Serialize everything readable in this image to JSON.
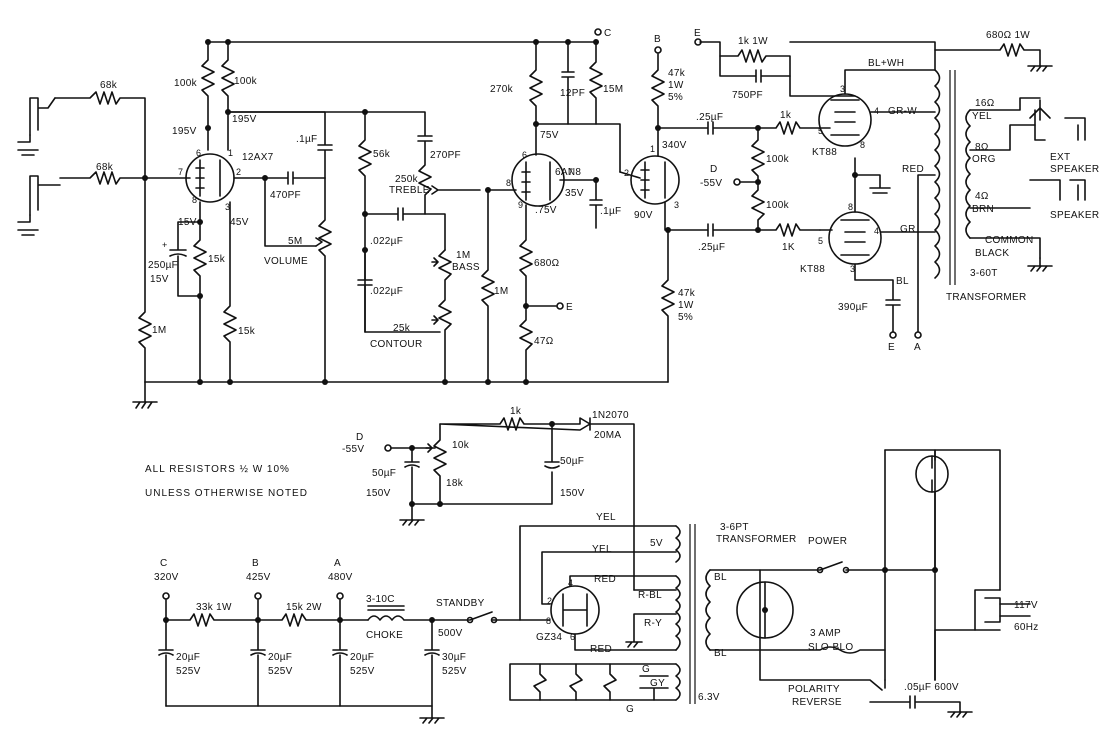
{
  "note": {
    "line1": "ALL RESISTORS ½ W 10%",
    "line2": "UNLESS OTHERWISE NOTED"
  },
  "terminals": {
    "c_top": "C",
    "b_top": "B",
    "e_top": "E",
    "d_mid": "D",
    "e_mid": "E",
    "e_bot": "E",
    "a_bot": "A",
    "d_bias": "D",
    "c_psu": "C",
    "b_psu": "B",
    "a_psu": "A"
  },
  "voltages": {
    "v195a": "195V",
    "v195b": "195V",
    "v15": "15V",
    "v45": "45V",
    "v75": "75V",
    "v35": "35V",
    "v75b": ".75V",
    "v340": "340V",
    "v90": "90V",
    "vneg55": "-55V",
    "vneg55b": "-55V",
    "v320": "320V",
    "v425": "425V",
    "v480": "480V",
    "v500": "500V"
  },
  "tubes": {
    "v1": "12AX7",
    "v2": "6AN8",
    "v3a": "KT88",
    "v3b": "KT88",
    "rect": "GZ34"
  },
  "pins": {
    "p6": "6",
    "p1": "1",
    "p7": "7",
    "p2": "2",
    "p8": "8",
    "p3": "3",
    "q6": "6",
    "q7": "7",
    "q8": "8",
    "q9": "9",
    "q2": "2",
    "q1": "1",
    "q3": "3",
    "k3": "3",
    "k4": "4",
    "k5": "5",
    "k8": "8",
    "m8": "8",
    "m5": "5",
    "m4": "4",
    "m3": "3",
    "r4": "4",
    "r2": "2",
    "r8": "8",
    "r6": "6"
  },
  "components": {
    "r68a": "68k",
    "r68b": "68k",
    "r100a": "100k",
    "r100b": "100k",
    "c1": ".1µF",
    "c470": "470PF",
    "vol": "5M",
    "vol_name": "VOLUME",
    "r15a": "15k",
    "r15b": "15k",
    "c250": "250µF",
    "c250v": "15V",
    "r1m": "1M",
    "r56": "56k",
    "c270": "270PF",
    "treble_v": "250k",
    "treble": "TREBLE",
    "c022a": ".022µF",
    "c022b": ".022µF",
    "bass_v": "1M",
    "bass": "BASS",
    "r1mb": "1M",
    "contour_v": "25k",
    "contour": "CONTOUR",
    "r270": "270k",
    "c12": "12PF",
    "r15m": "15M",
    "r680": "680Ω",
    "r47": "47Ω",
    "c1b": ".1µF",
    "r47k": "47k",
    "r47k_w": "1W",
    "r47k_t": "5%",
    "r47kb": "47k",
    "r47kb_w": "1W",
    "r47kb_t": "5%",
    "c25a": ".25µF",
    "c25b": ".25µF",
    "r1ka": "1k",
    "r1kb": "1K",
    "r100c": "100k",
    "r100d": "100k",
    "r1k1w": "1k 1W",
    "c750": "750PF",
    "r680w": "680Ω 1W",
    "c390": "390µF",
    "r10k": "10k",
    "r18k": "18k",
    "r1kc": "1k",
    "diode": "1N2070",
    "diode_i": "20MA",
    "c50a": "50µF",
    "c50av": "150V",
    "c50b": "50µF",
    "c50bv": "150V",
    "r33k": "33k 1W",
    "r15k2": "15k 2W",
    "choke_v": "3-10C",
    "choke": "CHOKE",
    "standby": "STANDBY",
    "c20a": "20µF",
    "c20av": "525V",
    "c20b": "20µF",
    "c20bv": "525V",
    "c20c": "20µF",
    "c20cv": "525V",
    "c30": "30µF",
    "c30v": "525V",
    "pt": "3-6PT",
    "pt_name": "TRANSFORMER",
    "power": "POWER",
    "fuse": "3 AMP",
    "fuse_t": "SLO-BLO",
    "polarity": "POLARITY",
    "polarity_r": "REVERSE",
    "c05": ".05µF 600V",
    "mains": "117V",
    "mains_f": "60Hz",
    "ot": "3-60T",
    "ot_name": "TRANSFORMER"
  },
  "wires": {
    "yel1": "YEL",
    "yel2": "YEL",
    "red1": "RED",
    "red2": "RED",
    "rbl": "R-BL",
    "ry": "R-Y",
    "gy": "GY",
    "g1": "G",
    "g2": "G",
    "v5": "5V",
    "v63": "6.3V",
    "bl1": "BL",
    "bl2": "BL",
    "blwh": "BL+WH",
    "grw": "GR-W",
    "red_ot": "RED",
    "gr": "GR",
    "bl_ot": "BL",
    "o16": "16Ω",
    "o16c": "YEL",
    "o8": "8Ω",
    "o8c": "ORG",
    "o4": "4Ω",
    "o4c": "BRN",
    "common": "COMMON",
    "common_c": "BLACK"
  },
  "jacks": {
    "ext": "EXT",
    "ext2": "SPEAKER",
    "spk": "SPEAKER"
  }
}
